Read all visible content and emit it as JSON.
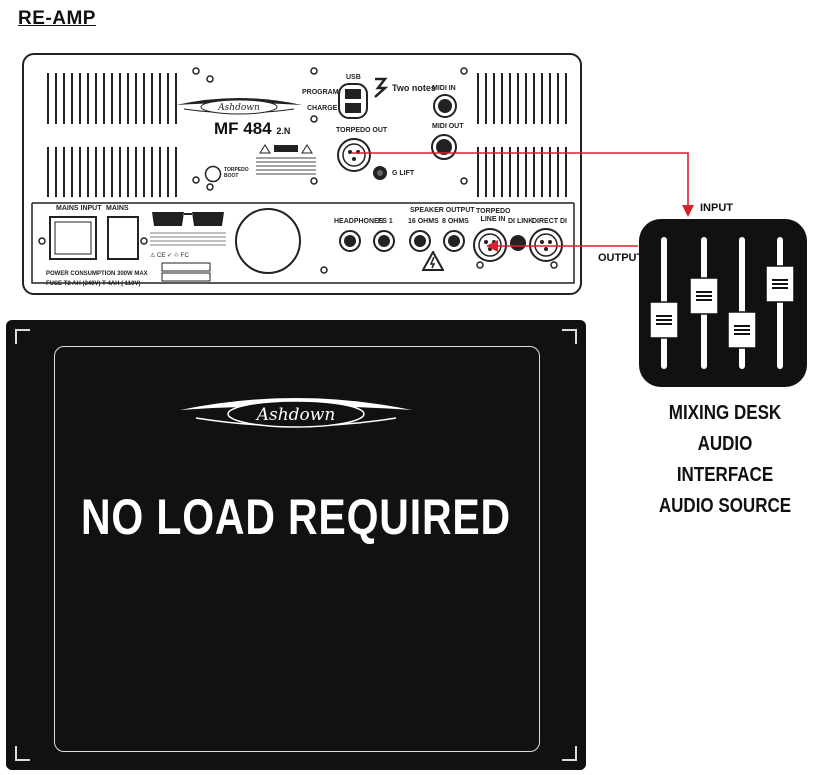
{
  "title": "RE-AMP",
  "amp": {
    "model": "MF 484",
    "model_suffix": "2.N",
    "usb_label": "USB",
    "program_label": "PROGRAM",
    "charge_label": "CHARGE",
    "brand_label": "Two notes",
    "midi_in_label": "MIDI IN",
    "midi_out_label": "MIDI OUT",
    "torpedo_out_label": "TORPEDO OUT",
    "g_lift_label": "G LIFT",
    "torpedo_boot_label": "TORPEDO BOOT",
    "mains_input_label": "MAINS INPUT",
    "mains_label": "MAINS",
    "power_consumption": "POWER CONSUMPTION 300W MAX",
    "fuse_text": "FUSE T2 AH (240V) T 4AH ( 110V)",
    "headphones_label": "HEADPHONES",
    "fs1_label": "FS 1",
    "speaker_output_label": "SPEAKER OUTPUT",
    "ohms16_label": "16 OHMS",
    "ohms8_label": "8 OHMS",
    "torpedo_line_in_label": "TORPEDO LINE IN",
    "di_link_label": "DI LINK",
    "direct_di_label": "DIRECT DI"
  },
  "cabinet": {
    "text": "NO LOAD REQUIRED"
  },
  "desk": {
    "input_label": "INPUT",
    "output_label": "OUTPUT",
    "lines": [
      "MIXING DESK",
      "AUDIO INTERFACE",
      "AUDIO SOURCE"
    ]
  },
  "colors": {
    "signal": "#d9212b",
    "panel": "#111111"
  },
  "icons": [
    "vent-grille",
    "xlr-jack",
    "quarter-inch-jack",
    "midi-jack",
    "usb-port",
    "warning-triangle",
    "fader-icon"
  ]
}
